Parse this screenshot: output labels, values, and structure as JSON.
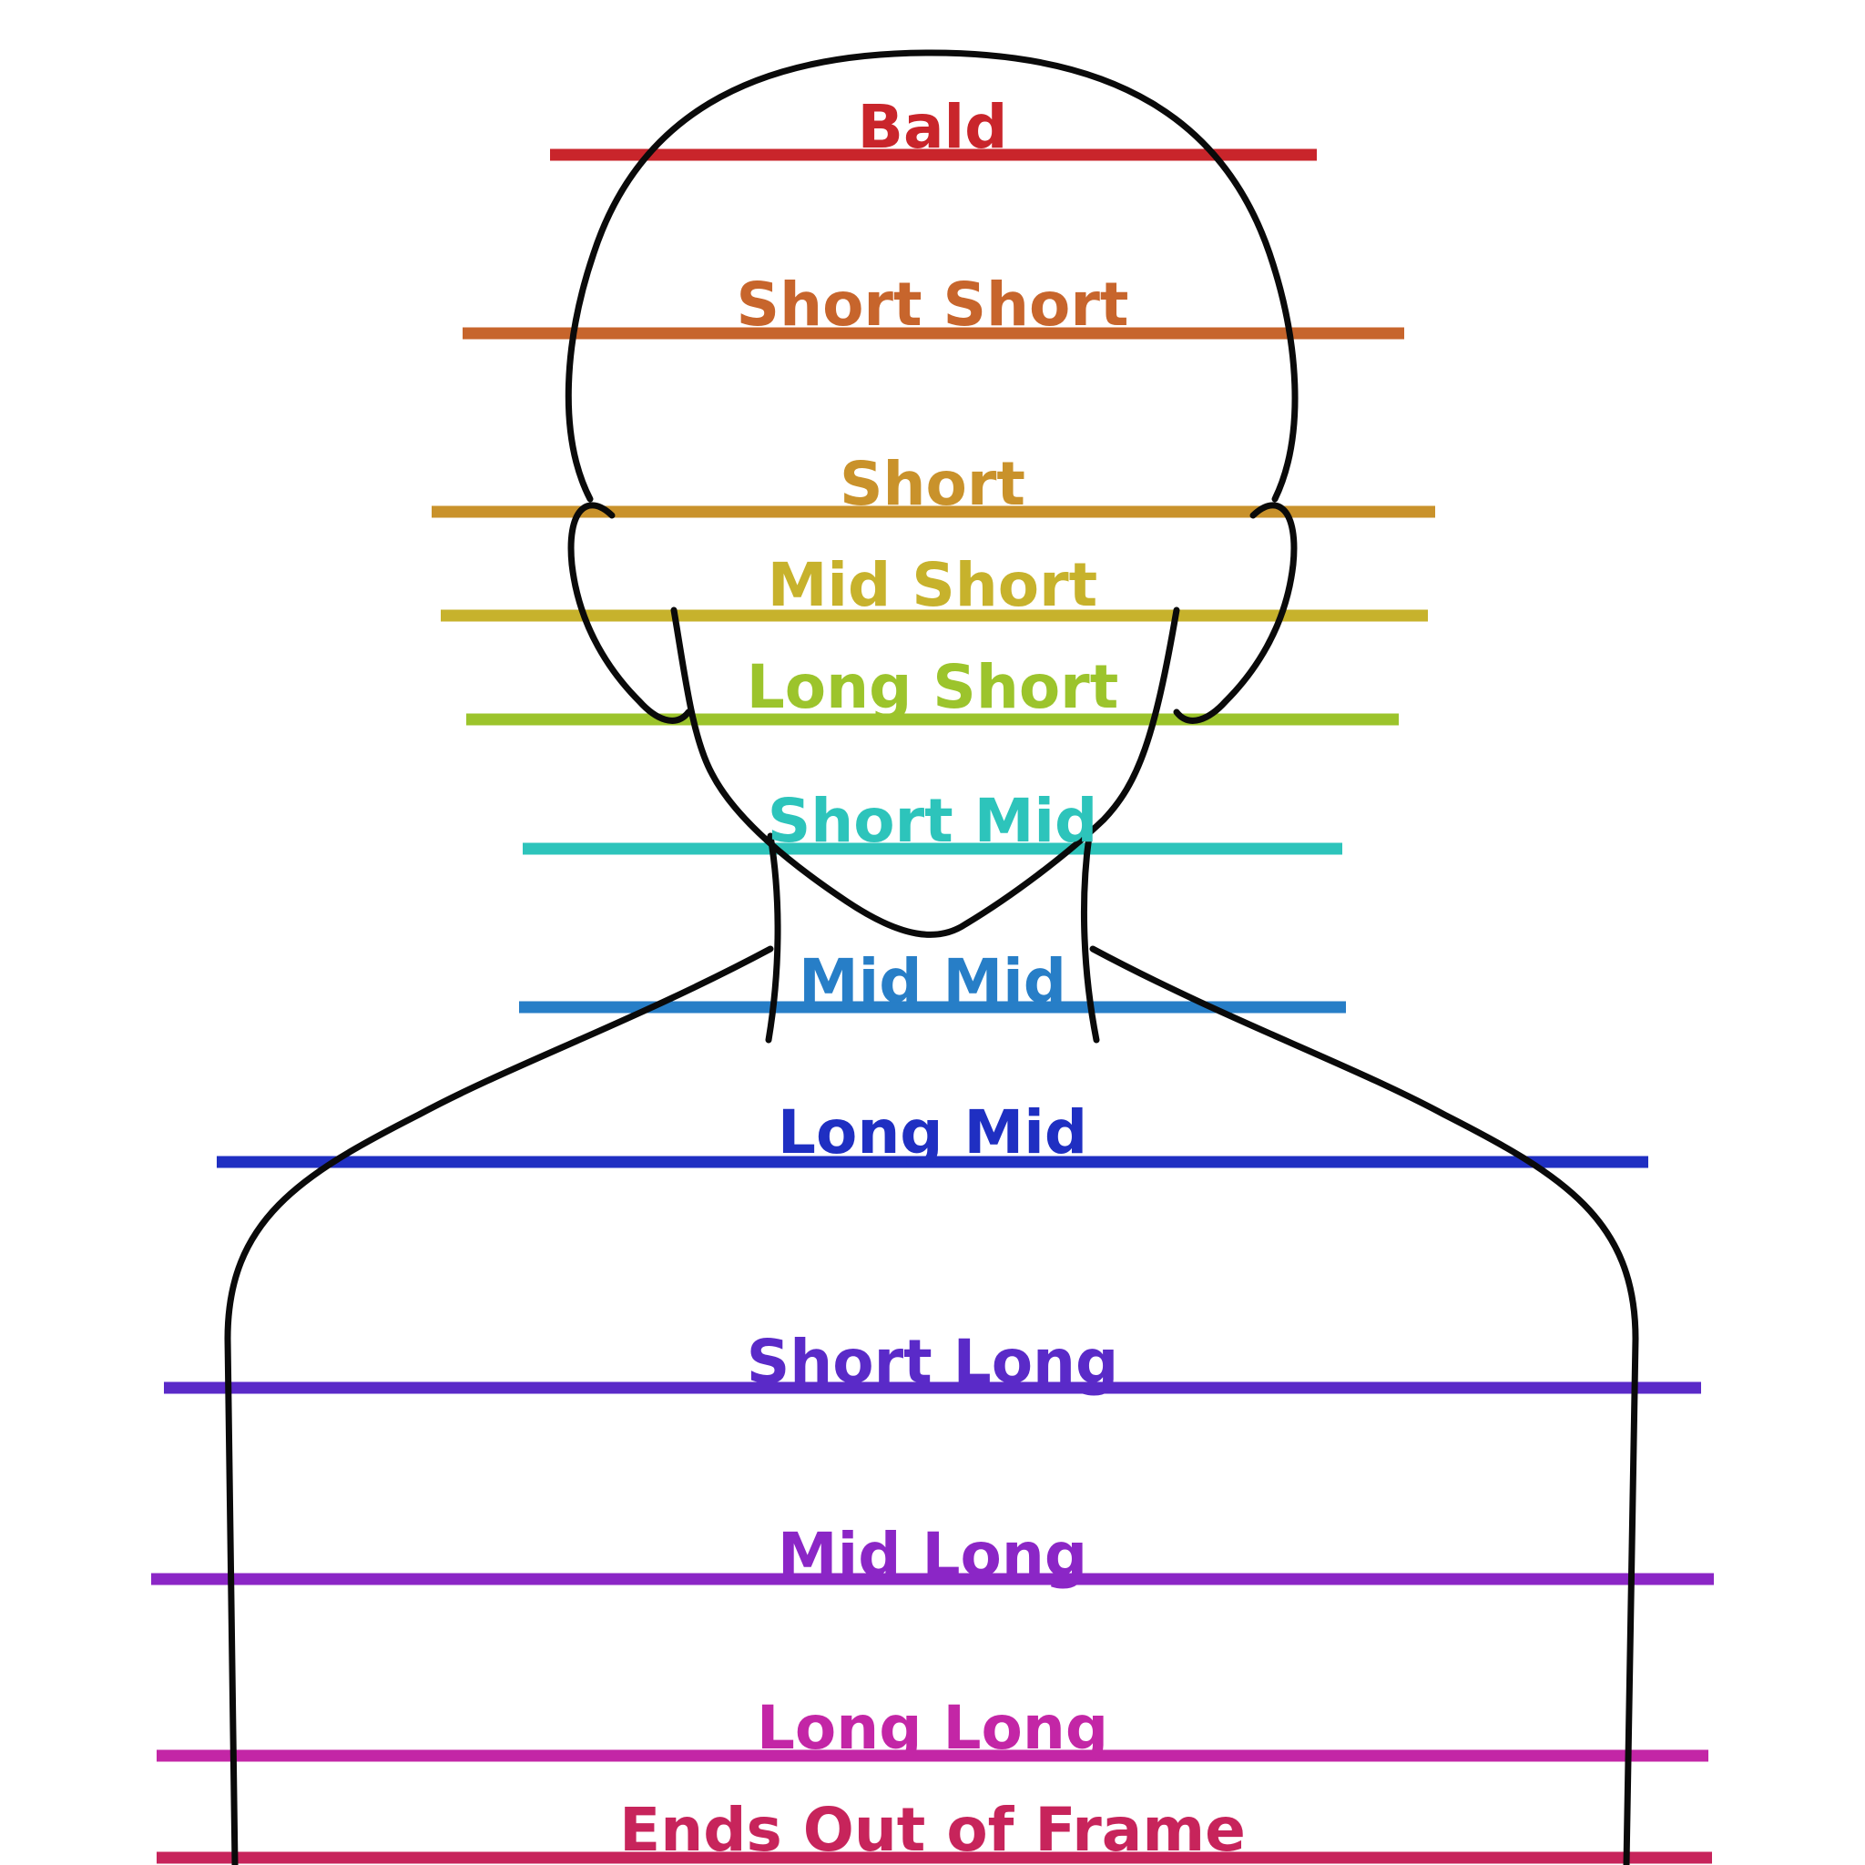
{
  "diagram": {
    "outline_color": "#0a0a0a",
    "lengths": [
      {
        "label": "Bald",
        "color": "#c9252b"
      },
      {
        "label": "Short Short",
        "color": "#c7652c"
      },
      {
        "label": "Short",
        "color": "#c9922b"
      },
      {
        "label": "Mid Short",
        "color": "#c7b22c"
      },
      {
        "label": "Long Short",
        "color": "#9cc42c"
      },
      {
        "label": "Short Mid",
        "color": "#2dc4bb"
      },
      {
        "label": "Mid Mid",
        "color": "#277ec7"
      },
      {
        "label": "Long Mid",
        "color": "#1f2fc2"
      },
      {
        "label": "Short Long",
        "color": "#5a2ac8"
      },
      {
        "label": "Mid Long",
        "color": "#8b26c6"
      },
      {
        "label": "Long Long",
        "color": "#c326a6"
      },
      {
        "label": "Ends Out of Frame",
        "color": "#c7245b"
      }
    ]
  }
}
